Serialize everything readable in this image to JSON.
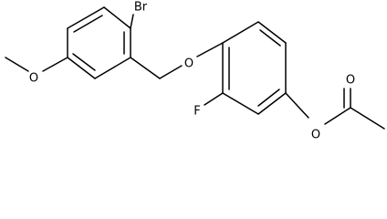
{
  "molecule": {
    "atoms": {
      "bromine": "Br",
      "methoxy_oxygen": "O",
      "ether_oxygen": "O",
      "fluorine": "F",
      "ester_oxygen": "O",
      "carbonyl_oxygen": "O"
    }
  }
}
